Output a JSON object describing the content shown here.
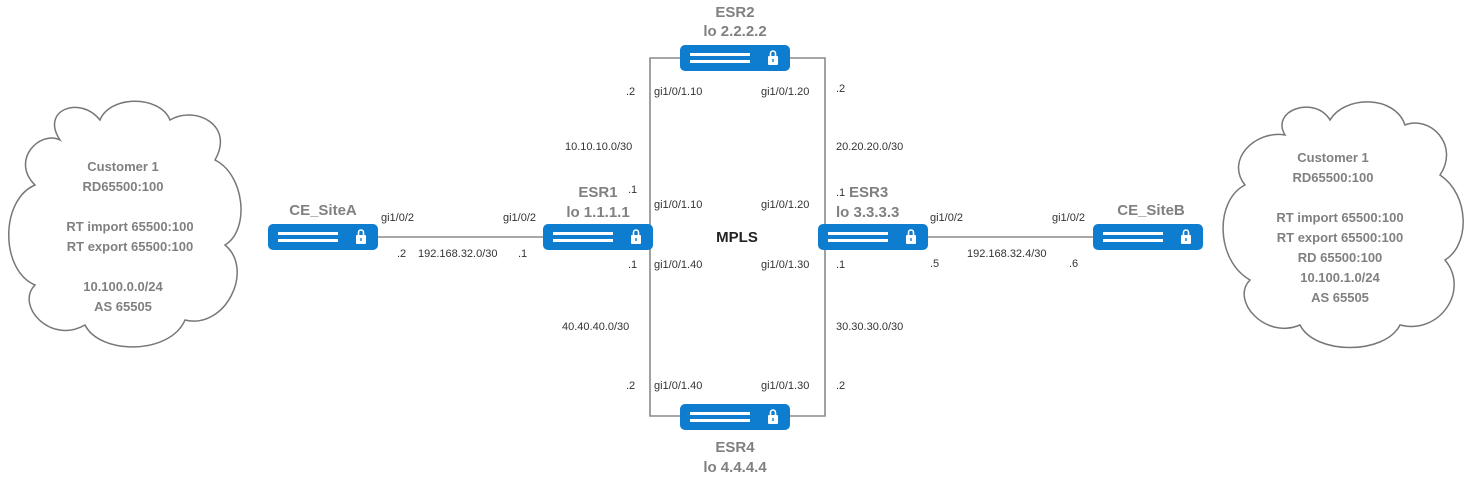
{
  "mpls_label": "MPLS",
  "routers": {
    "esr1": {
      "name": "ESR1",
      "lo": "lo 1.1.1.1"
    },
    "esr2": {
      "name": "ESR2",
      "lo": "lo 2.2.2.2"
    },
    "esr3": {
      "name": "ESR3",
      "lo": "lo 3.3.3.3"
    },
    "esr4": {
      "name": "ESR4",
      "lo": "lo 4.4.4.4"
    },
    "ce_a": {
      "name": "CE_SiteA"
    },
    "ce_b": {
      "name": "CE_SiteB"
    }
  },
  "cloud_a": {
    "lines": [
      "Customer 1",
      "RD65500:100",
      "RT import 65500:100",
      "RT export 65500:100",
      "10.100.0.0/24",
      "AS 65505"
    ]
  },
  "cloud_b": {
    "lines": [
      "Customer 1",
      "RD65500:100",
      "RT import 65500:100",
      "RT export 65500:100",
      "RD 65500:100",
      "10.100.1.0/24",
      "AS 65505"
    ]
  },
  "links": {
    "cea_esr1": {
      "subnet": "192.168.32.0/30",
      "cea_if": "gi1/0/2",
      "cea_ip": ".2",
      "esr1_if": "gi1/0/2",
      "esr1_ip": ".1"
    },
    "esr3_ceb": {
      "subnet": "192.168.32.4/30",
      "esr3_if": "gi1/0/2",
      "esr3_ip": ".5",
      "ceb_if": "gi1/0/2",
      "ceb_ip": ".6"
    },
    "esr1_esr2": {
      "subnet": "10.10.10.0/30",
      "esr2_if": "gi1/0/1.10",
      "esr2_ip": ".2",
      "esr1_if": "gi1/0/1.10",
      "esr1_ip": ".1"
    },
    "esr2_esr3": {
      "subnet": "20.20.20.0/30",
      "esr2_if": "gi1/0/1.20",
      "esr2_ip": ".2",
      "esr3_if": "gi1/0/1.20",
      "esr3_ip": ".1"
    },
    "esr1_esr4": {
      "subnet": "40.40.40.0/30",
      "esr1_if": "gi1/0/1.40",
      "esr1_ip": ".1",
      "esr4_if": "gi1/0/1.40",
      "esr4_ip": ".2"
    },
    "esr3_esr4": {
      "subnet": "30.30.30.0/30",
      "esr3_if": "gi1/0/1.30",
      "esr3_ip": ".1",
      "esr4_if": "gi1/0/1.30",
      "esr4_ip": ".2"
    }
  },
  "colors": {
    "device_blue": "#0e7ccf",
    "link_gray": "#8a8a8a",
    "label_gray": "#808080"
  }
}
